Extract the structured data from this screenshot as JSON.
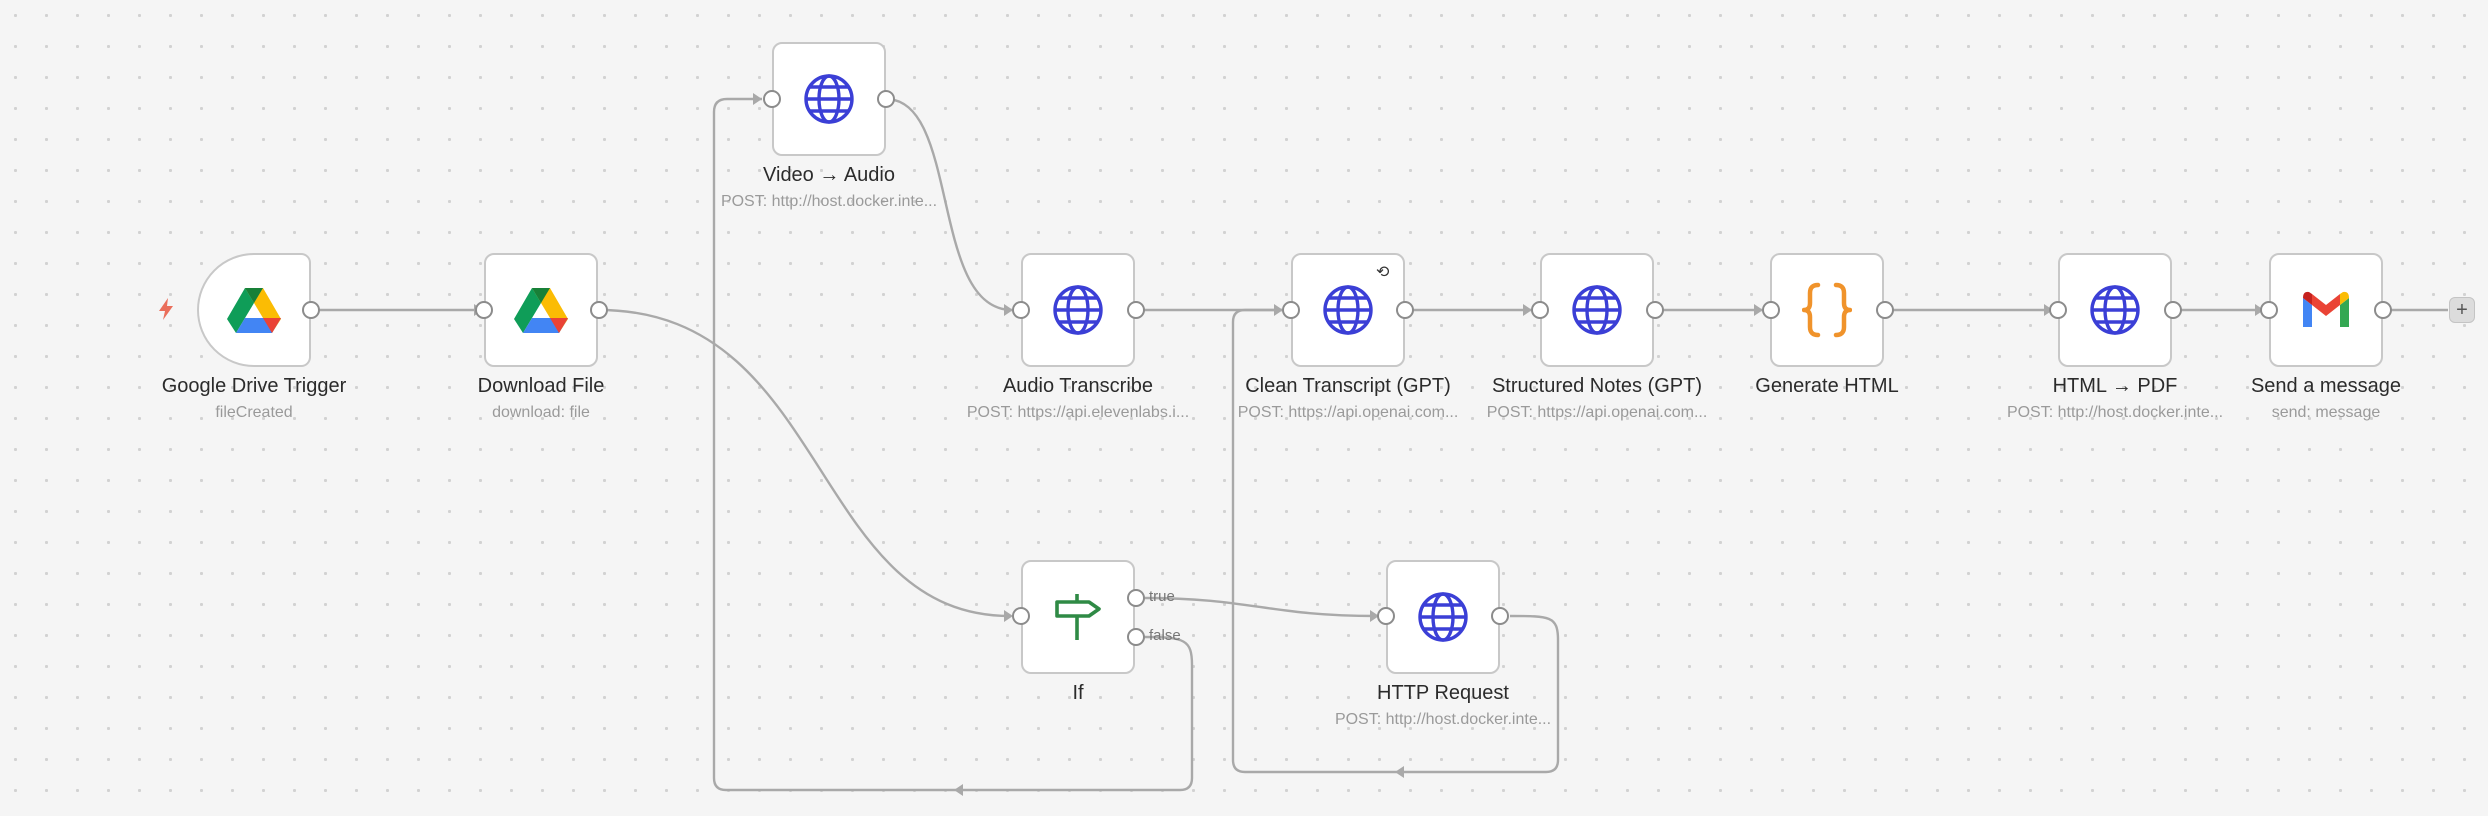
{
  "nodes": {
    "gdrive_trigger": {
      "label": "Google Drive Trigger",
      "sub": "fileCreated"
    },
    "download_file": {
      "label": "Download File",
      "sub": "download: file"
    },
    "video_audio": {
      "label": "Video → Audio",
      "sub": "POST: http://host.docker.inte..."
    },
    "audio_transcribe": {
      "label": "Audio Transcribe",
      "sub": "POST: https://api.elevenlabs.i..."
    },
    "clean_transcript": {
      "label": "Clean Transcript (GPT)",
      "sub": "POST: https://api.openai.com..."
    },
    "structured_notes": {
      "label": "Structured Notes (GPT)",
      "sub": "POST: https://api.openai.com..."
    },
    "generate_html": {
      "label": "Generate HTML",
      "sub": ""
    },
    "html_pdf": {
      "label": "HTML → PDF",
      "sub": "POST: http://host.docker.inte..."
    },
    "send_message": {
      "label": "Send a message",
      "sub": "send: message"
    },
    "if_node": {
      "label": "If",
      "sub": "",
      "true_label": "true",
      "false_label": "false"
    },
    "http_request": {
      "label": "HTTP Request",
      "sub": "POST: http://host.docker.inte..."
    }
  },
  "controls": {
    "add_label": "+",
    "refresh_glyph": "⟲"
  },
  "icons": {
    "globe": "globe-icon",
    "gdrive": "google-drive-icon",
    "gmail": "gmail-icon",
    "code": "code-braces-icon",
    "signpost": "signpost-icon",
    "trigger": "lightning-bolt-icon"
  },
  "colors": {
    "globe": "#3b3fd6",
    "code": "#f0932b",
    "signpost": "#2f8a45",
    "bolt": "#ea6e5b"
  }
}
